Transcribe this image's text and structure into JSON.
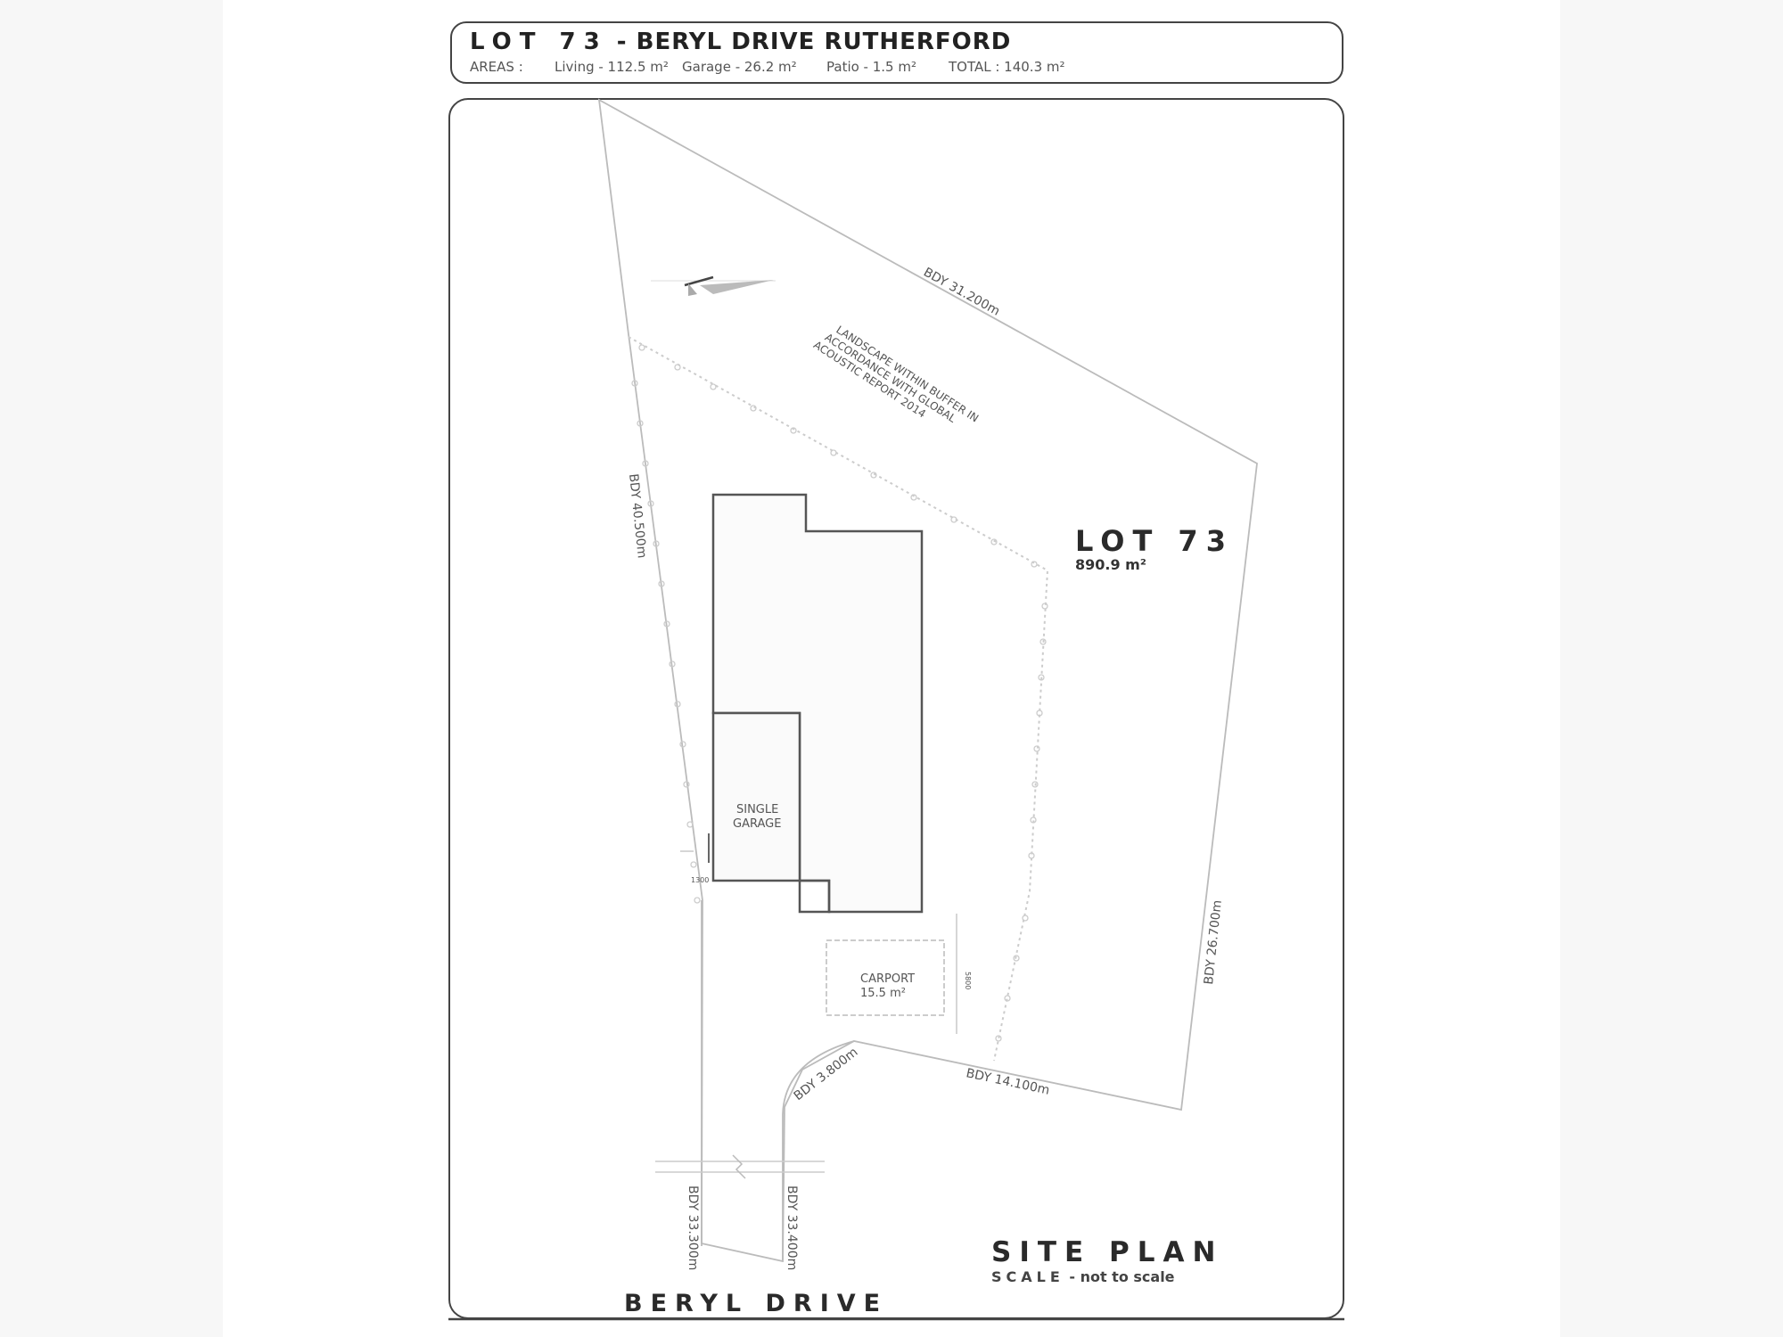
{
  "header": {
    "title_lot": "LOT 73",
    "title_rest": "- BERYL DRIVE RUTHERFORD",
    "areas_label": "AREAS :",
    "living": "Living - 112.5 m²",
    "garage": "Garage - 26.2 m²",
    "patio": "Patio - 1.5 m²",
    "total": "TOTAL : 140.3 m²"
  },
  "lot": {
    "name": "LOT 73",
    "area": "890.9 m²"
  },
  "boundaries": {
    "north": "BDY 31.200m",
    "west": "BDY 40.500m",
    "east": "BDY 26.700m",
    "south": "BDY 14.100m",
    "splay": "BDY 3.800m",
    "access_left": "BDY 33.300m",
    "access_right": "BDY 33.400m"
  },
  "notes": {
    "landscape_line1": "LANDSCAPE WITHIN BUFFER IN",
    "landscape_line2": "ACCORDANCE WITH GLOBAL",
    "landscape_line3": "ACOUSTIC REPORT 2014"
  },
  "structures": {
    "garage_line1": "SINGLE",
    "garage_line2": "GARAGE",
    "carport_line1": "CARPORT",
    "carport_line2": "15.5 m²",
    "setback_dim": "1300",
    "carport_dim": "5800"
  },
  "footer": {
    "site_plan": "SITE PLAN",
    "scale_label": "SCALE",
    "scale_value": "- not to scale",
    "street": "BERYL DRIVE"
  }
}
